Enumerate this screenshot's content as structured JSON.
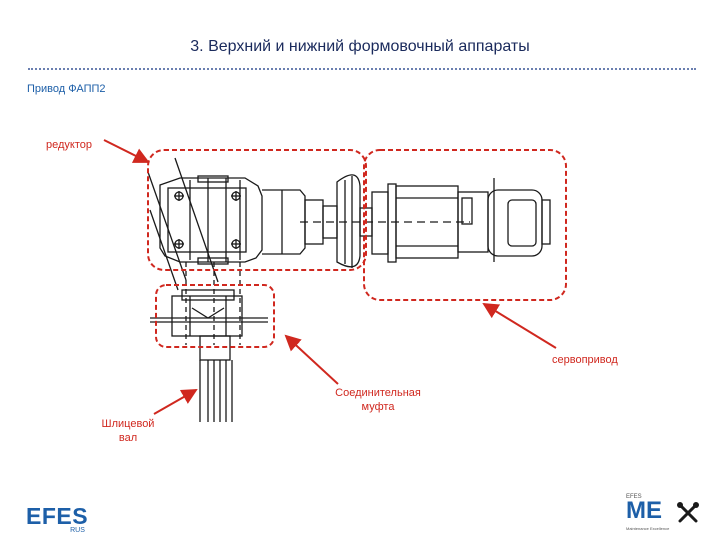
{
  "slide": {
    "title": "3. Верхний и нижний формовочный аппараты",
    "subtitle": "Привод ФАПП2"
  },
  "labels": {
    "reducer": "редуктор",
    "servo": "сервопривод",
    "shaft_line1": "Шлицевой",
    "shaft_line2": "вал",
    "coupling_line1": "Соединительная",
    "coupling_line2": "муфта"
  },
  "logos": {
    "left_main": "EFES",
    "left_sub": "RUS",
    "right_small": "EFES",
    "right_main": "ME",
    "right_sub": "Maintenance Excellence"
  },
  "colors": {
    "title": "#1a2a5c",
    "subtitle": "#1d5fa8",
    "highlight": "#d0281f",
    "drawing": "#1a1a1a",
    "logo_blue": "#1d5fa8"
  },
  "icons": [
    "tools-icon"
  ]
}
